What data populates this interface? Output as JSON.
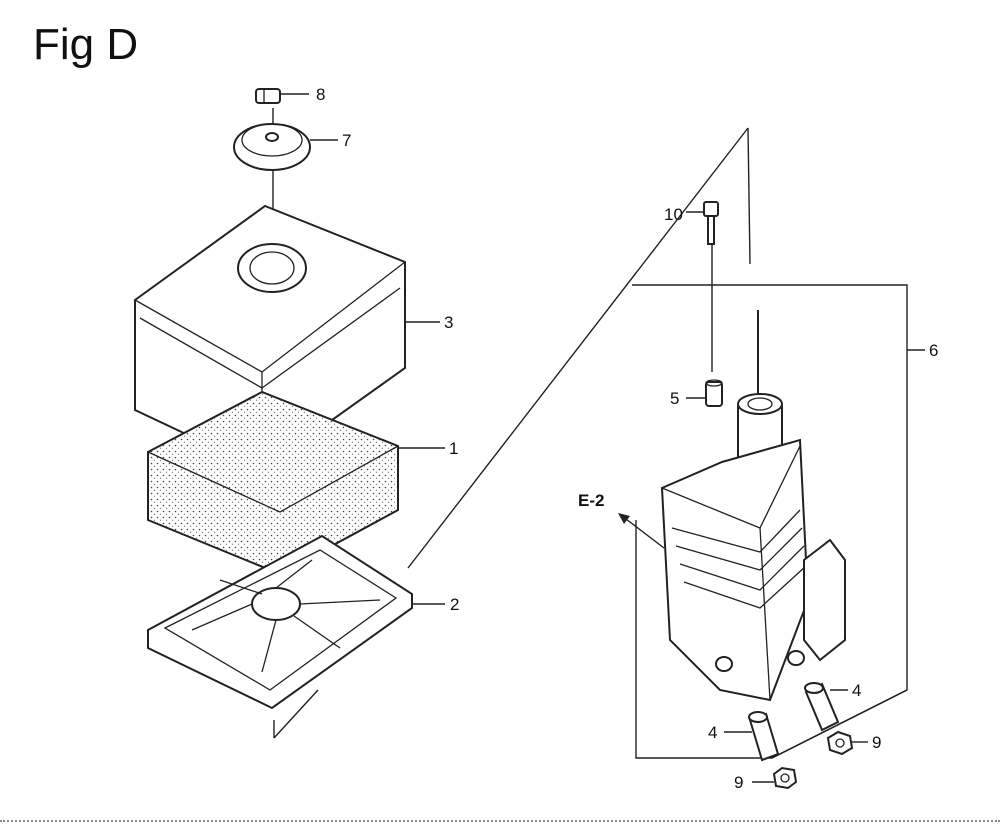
{
  "figure": {
    "title": "Fig D"
  },
  "callouts": {
    "p1": "1",
    "p2": "2",
    "p3": "3",
    "p4a": "4",
    "p4b": "4",
    "p5": "5",
    "p6": "6",
    "p7": "7",
    "p8": "8",
    "p9a": "9",
    "p9b": "9",
    "p10": "10",
    "ref": "E-2"
  }
}
